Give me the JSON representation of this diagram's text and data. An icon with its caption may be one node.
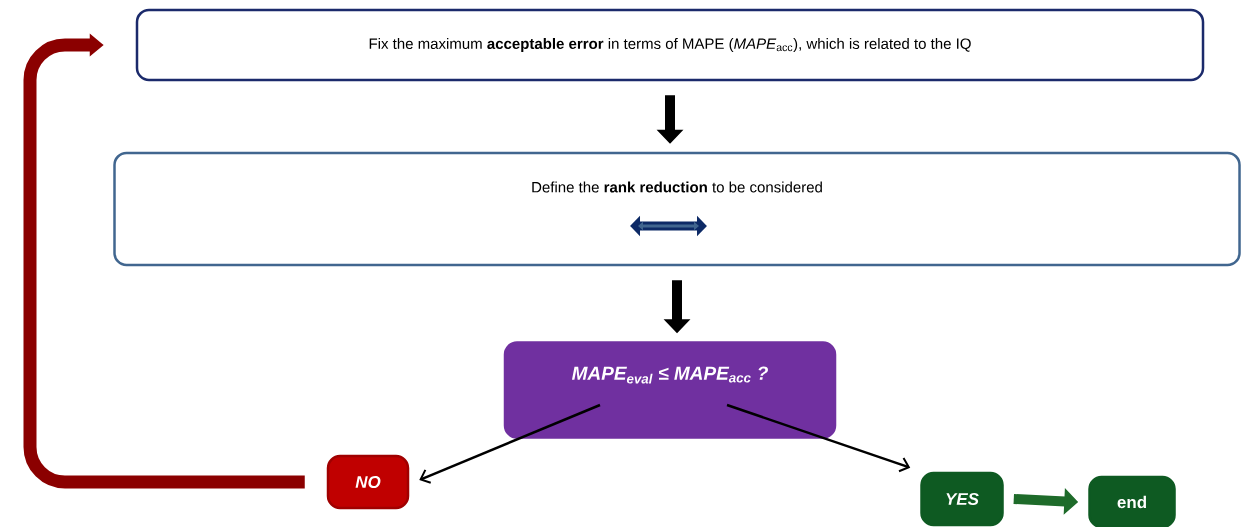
{
  "diagram": {
    "nodes": [
      {
        "text": [
          "Fix the maximum **acceptable error** in terms of MAPE (*MAPE*$_{acc}$), which is related to the IQ"
        ]
      },
      {
        "text": [
          "Define the **rank reduction** to be considered"
        ]
      },
      {
        "text": [
          "MAPE$_{eval}$ ≤ MAPE$_{acc}$ ?"
        ]
      },
      {
        "text": [
          "NO"
        ]
      },
      {
        "text": [
          "YES"
        ]
      },
      {
        "text": [
          "end"
        ]
      }
    ],
    "edges": [
      {
        "from": 0,
        "to": 1,
        "arrow": "to"
      },
      {
        "from": 1,
        "to": 2,
        "arrow": "to"
      },
      {
        "from": 2,
        "to": 3,
        "arrow": "to"
      },
      {
        "from": 2,
        "to": 4,
        "arrow": "to"
      },
      {
        "from": 4,
        "to": 5,
        "arrow": "to",
        "color": "#1e6b2a"
      },
      {
        "from": 3,
        "to": 0,
        "arrow": "to",
        "color": "#8b0000"
      }
    ]
  }
}
